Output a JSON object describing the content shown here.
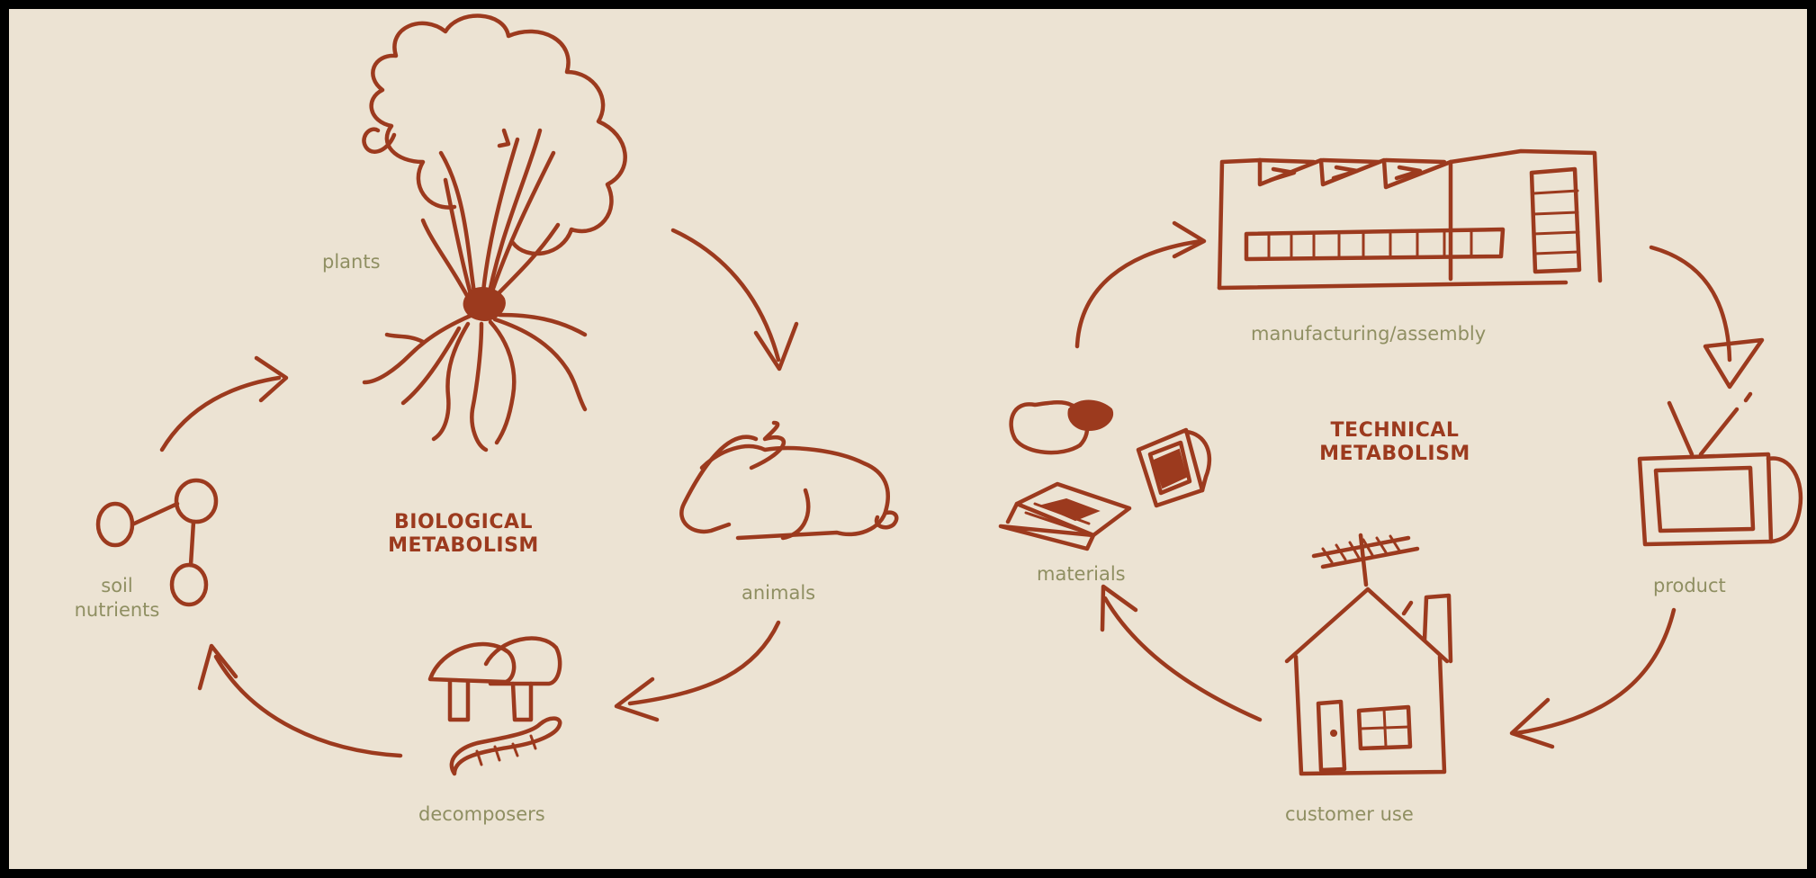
{
  "biological": {
    "title_line1": "BIOLOGICAL",
    "title_line2": "METABOLISM",
    "plants": "plants",
    "animals": "animals",
    "decomposers": "decomposers",
    "soil_line1": "soil",
    "soil_line2": "nutrients"
  },
  "technical": {
    "title_line1": "TECHNICAL",
    "title_line2": "METABOLISM",
    "manufacturing": "manufacturing/assembly",
    "product": "product",
    "customer_use": "customer use",
    "materials": "materials"
  },
  "colors": {
    "ink": "#9c3a1e",
    "label": "#8f8f62",
    "background": "#ece3d3",
    "frame": "#000000"
  }
}
